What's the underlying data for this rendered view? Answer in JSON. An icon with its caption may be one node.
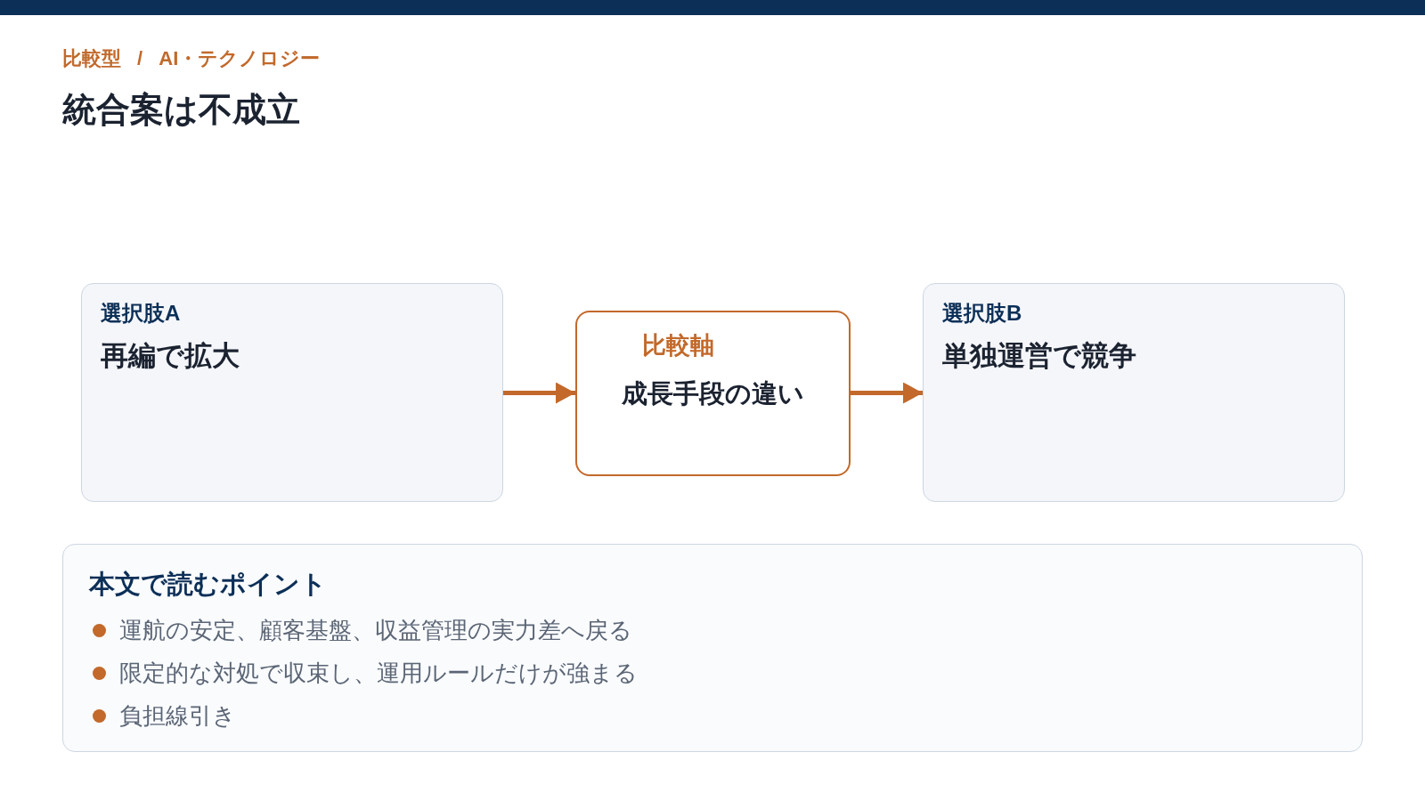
{
  "diagram": {
    "title": "統合案は不成立",
    "nodes": [
      {
        "text": [
          "選択肢A",
          "再編で拡大"
        ]
      },
      {
        "text": [
          "比較軸",
          "成長手段の違い"
        ]
      },
      {
        "text": [
          "選択肢B",
          "単独運営で競争"
        ]
      },
      {
        "text": [
          "本文で読むポイント",
          "運航の安定、顧客基盤、収益管理の実力差へ戻る",
          "限定的な対処で収束し、運用ルールだけが強まる",
          "負担線引き"
        ]
      }
    ],
    "edges": [
      {
        "from": 0,
        "to": 1,
        "arrow": "to"
      },
      {
        "from": 1,
        "to": 2,
        "arrow": "to"
      }
    ],
    "labels": [
      "比較型 / AI・テクノロジー"
    ]
  }
}
